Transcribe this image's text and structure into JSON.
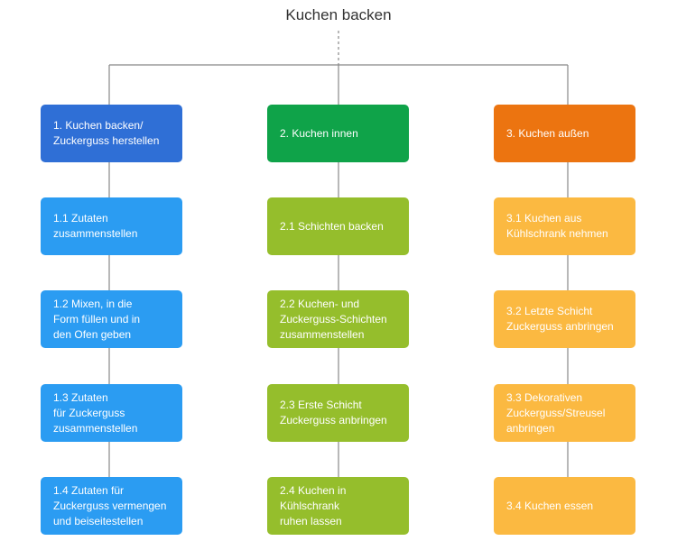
{
  "title": "Kuchen backen",
  "colors": {
    "col1_header": "#2f6fd6",
    "col1_items": "#2b9cf2",
    "col2_header": "#0fa349",
    "col2_items": "#95be2c",
    "col3_header": "#ec7410",
    "col3_items": "#fbb941",
    "connector": "#888888"
  },
  "columns": [
    {
      "header": "1. Kuchen backen/\nZuckerguss herstellen",
      "items": [
        "1.1 Zutaten\nzusammenstellen",
        "1.2 Mixen, in die\nForm füllen und in\nden Ofen geben",
        "1.3 Zutaten\nfür Zuckerguss\nzusammenstellen",
        "1.4 Zutaten für\nZuckerguss vermengen\nund beiseitestellen"
      ]
    },
    {
      "header": "2. Kuchen innen",
      "items": [
        "2.1 Schichten backen",
        "2.2 Kuchen- und\nZuckerguss-Schichten\nzusammenstellen",
        "2.3 Erste Schicht\nZuckerguss anbringen",
        "2.4 Kuchen in\nKühlschrank\nruhen lassen"
      ]
    },
    {
      "header": "3. Kuchen außen",
      "items": [
        "3.1 Kuchen aus\nKühlschrank nehmen",
        "3.2 Letzte Schicht\nZuckerguss anbringen",
        "3.3 Dekorativen\nZuckerguss/Streusel\nanbringen",
        "3.4 Kuchen essen"
      ]
    }
  ]
}
